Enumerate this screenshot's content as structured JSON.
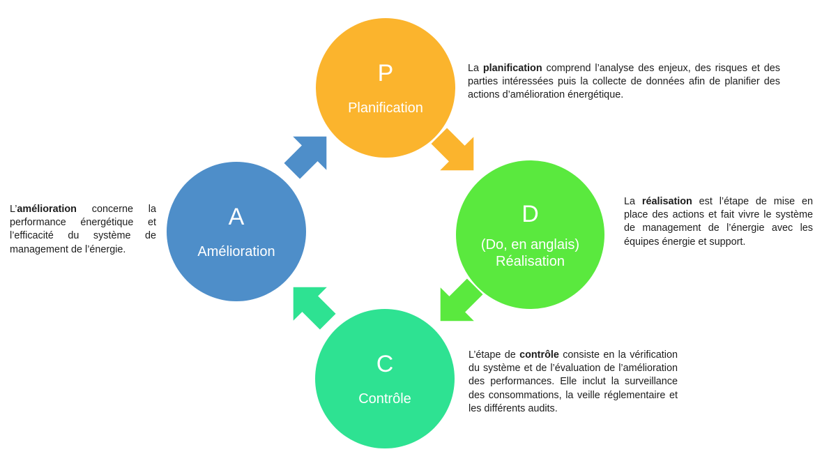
{
  "colors": {
    "planification": "#fbb42d",
    "realisation": "#5ae93e",
    "controle": "#2ee292",
    "amelioration": "#4e8ec9",
    "text": "#1c1c1c"
  },
  "steps": {
    "p": {
      "letter": "P",
      "name": "Planification",
      "desc_before": "La ",
      "desc_bold": "planification",
      "desc_after": " comprend l’analyse des enjeux, des risques et des parties intéressées puis la collecte de données afin de planifier des actions d’amélioration énergétique."
    },
    "d": {
      "letter": "D",
      "name_line1": "(Do, en anglais)",
      "name_line2": "Réalisation",
      "desc_before": "La ",
      "desc_bold": "réalisation",
      "desc_after": " est l’étape de mise en place des actions et fait vivre le système de management de l’énergie avec les équipes énergie et support."
    },
    "c": {
      "letter": "C",
      "name": "Contrôle",
      "desc_before": "L’étape de ",
      "desc_bold": "contrôle",
      "desc_after": " consiste en la vérification du système et de l’évaluation de l’amélioration des performances. Elle inclut la surveillance des consommations, la veille réglementaire et les différents audits."
    },
    "a": {
      "letter": "A",
      "name": "Amélioration",
      "desc_before": "L’",
      "desc_bold": "amélioration",
      "desc_after": " concerne la performance énergétique et l’efficacité du système de management de l’énergie."
    }
  }
}
